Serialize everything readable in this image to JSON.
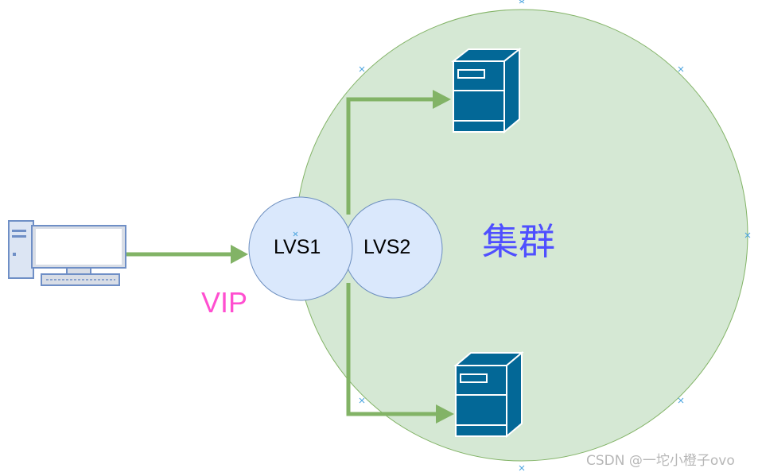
{
  "diagram": {
    "vip_label": "VIP",
    "cluster_label": "集群",
    "lvs1_label": "LVS1",
    "lvs2_label": "LVS2",
    "watermark": "CSDN @一坨小橙子ovo",
    "icons": [
      "desktop-computer-icon",
      "server-icon",
      "server-icon"
    ]
  },
  "colors": {
    "cluster_fill": "#d5e8d4",
    "cluster_stroke": "#82b366",
    "lvs_fill": "#dae8fc",
    "lvs_stroke": "#6c8ebf",
    "arrow": "#82b366",
    "vip_text": "#ff4fd0",
    "cluster_text": "#4f4fff",
    "server": "#036897",
    "computer": "#7d99c9"
  }
}
